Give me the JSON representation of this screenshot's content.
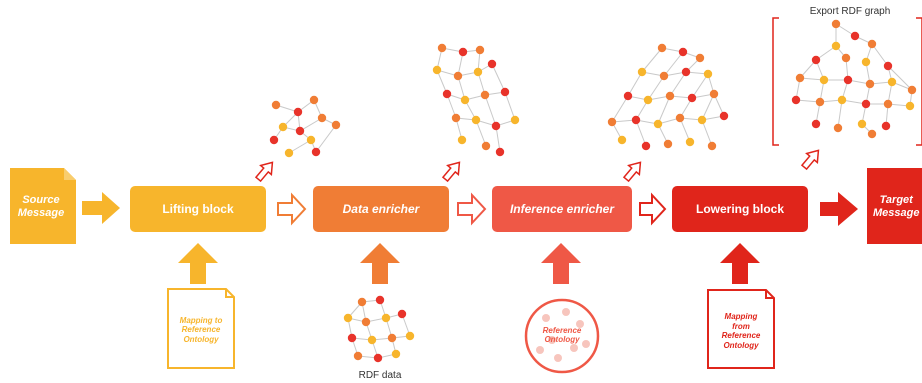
{
  "source_message": "Source\nMessage",
  "target_message": "Target\nMessage",
  "blocks": {
    "lifting": "Lifting block",
    "data_enricher": "Data enricher",
    "inference_enricher": "Inference enricher",
    "lowering": "Lowering block"
  },
  "inputs": {
    "mapping_to": "Mapping to\nReference\nOntology",
    "rdf_data": "RDF data",
    "reference_ontology": "Reference\nOntology",
    "mapping_from": "Mapping\nfrom\nReference\nOntology"
  },
  "export_label": "Export RDF graph",
  "colors": {
    "yellow": "#f7b52c",
    "orange": "#f07d35",
    "coral": "#ef5846",
    "red": "#e0251b",
    "node_red": "#e8332a"
  }
}
